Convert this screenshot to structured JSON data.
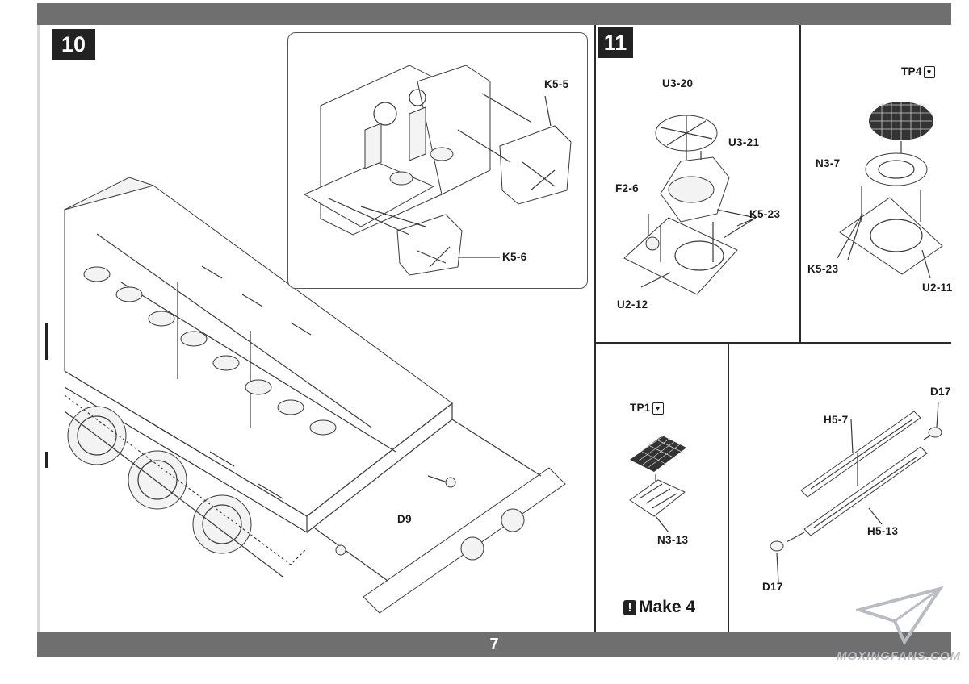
{
  "page": {
    "number": "7"
  },
  "step10": {
    "number": "10",
    "labels": {
      "k5_5": "K5-5",
      "k5_6": "K5-6",
      "d9": "D9"
    }
  },
  "step11": {
    "number": "11",
    "labels": {
      "u3_20": "U3-20",
      "u3_21": "U3-21",
      "f2_6": "F2-6",
      "k5_23_a": "K5-23",
      "u2_12": "U2-12",
      "tp4": "TP4",
      "n3_7": "N3-7",
      "k5_23_b": "K5-23",
      "u2_11": "U2-11",
      "tp1": "TP1",
      "n3_13": "N3-13",
      "make": "Make 4",
      "d17_top": "D17",
      "h5_7": "H5-7",
      "h5_13": "H5-13",
      "d17_bottom": "D17"
    }
  },
  "watermark": {
    "text": "MOXINGFANS.COM"
  },
  "icons": [
    "warning-icon",
    "paint-tp-icon",
    "paper-plane-logo-icon"
  ]
}
